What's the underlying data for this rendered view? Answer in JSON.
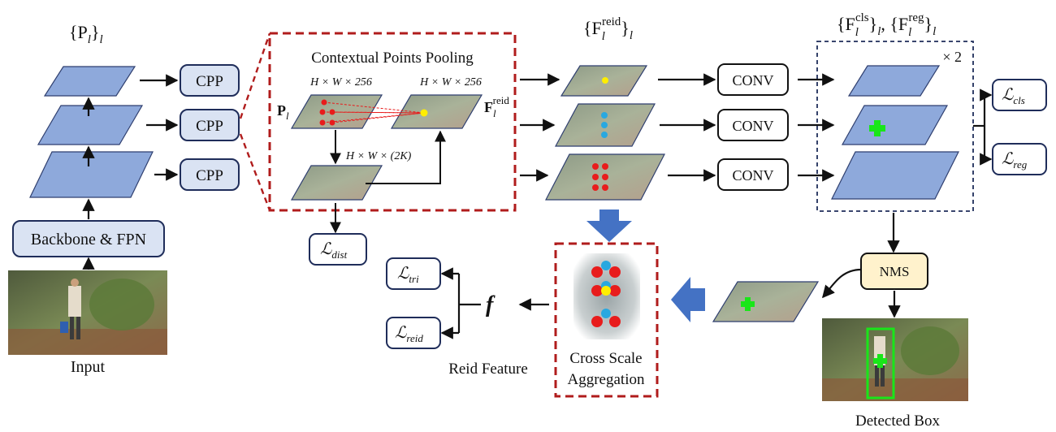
{
  "pyramid": {
    "label_main": "{P",
    "label_sub": "l",
    "label_close": "}",
    "label_outer_sub": "l"
  },
  "backbone": {
    "label": "Backbone & FPN"
  },
  "input": {
    "label": "Input"
  },
  "cpp": {
    "labels": [
      "CPP",
      "CPP",
      "CPP"
    ]
  },
  "pooling": {
    "title": "Contextual Points Pooling",
    "dim_left": "H × W × 256",
    "dim_right": "H × W × 256",
    "dim_bottom": "H × W × (2K)",
    "pl_main": "P",
    "pl_sub": "l",
    "fl_main": "F",
    "fl_sub": "l",
    "fl_sup": "reid"
  },
  "reid_features": {
    "label_main": "{F",
    "label_sub": "l",
    "label_sup": "reid",
    "label_close": "}",
    "label_outer_sub": "l"
  },
  "conv": {
    "labels": [
      "CONV",
      "CONV",
      "CONV"
    ]
  },
  "head": {
    "label_main_1": "{F",
    "label_sub_1": "l",
    "label_sup_1": "cls",
    "label_close_1": "}",
    "label_outer_sub_1": "l",
    "sep": ", ",
    "label_main_2": "{F",
    "label_sub_2": "l",
    "label_sup_2": "reg",
    "label_close_2": "}",
    "label_outer_sub_2": "l",
    "repeat": "× 2"
  },
  "losses": {
    "cls_main": "ℒ",
    "cls_sub": "cls",
    "reg_main": "ℒ",
    "reg_sub": "reg",
    "dist_main": "ℒ",
    "dist_sub": "dist",
    "tri_main": "ℒ",
    "tri_sub": "tri",
    "reid_main": "ℒ",
    "reid_sub": "reid"
  },
  "nms": {
    "label": "NMS"
  },
  "detected": {
    "label": "Detected Box"
  },
  "aggregation": {
    "line1": "Cross Scale",
    "line2": "Aggregation"
  },
  "reid_feature": {
    "symbol": "f",
    "label": "Reid Feature"
  },
  "colors": {
    "plane_fill": "#8ea9db",
    "plane_stroke": "#2f3f6f",
    "box_fill": "#dae3f3",
    "box_stroke": "#1f2d5a",
    "dashed_red": "#b01c1c",
    "dashed_blue": "#1f2d5a",
    "nms_fill": "#fff2cc",
    "arrow_blue": "#4472c4",
    "point_red": "#e81c1c",
    "point_yellow": "#ffee00",
    "point_cyan": "#29a8e0",
    "point_green": "#19e619"
  }
}
